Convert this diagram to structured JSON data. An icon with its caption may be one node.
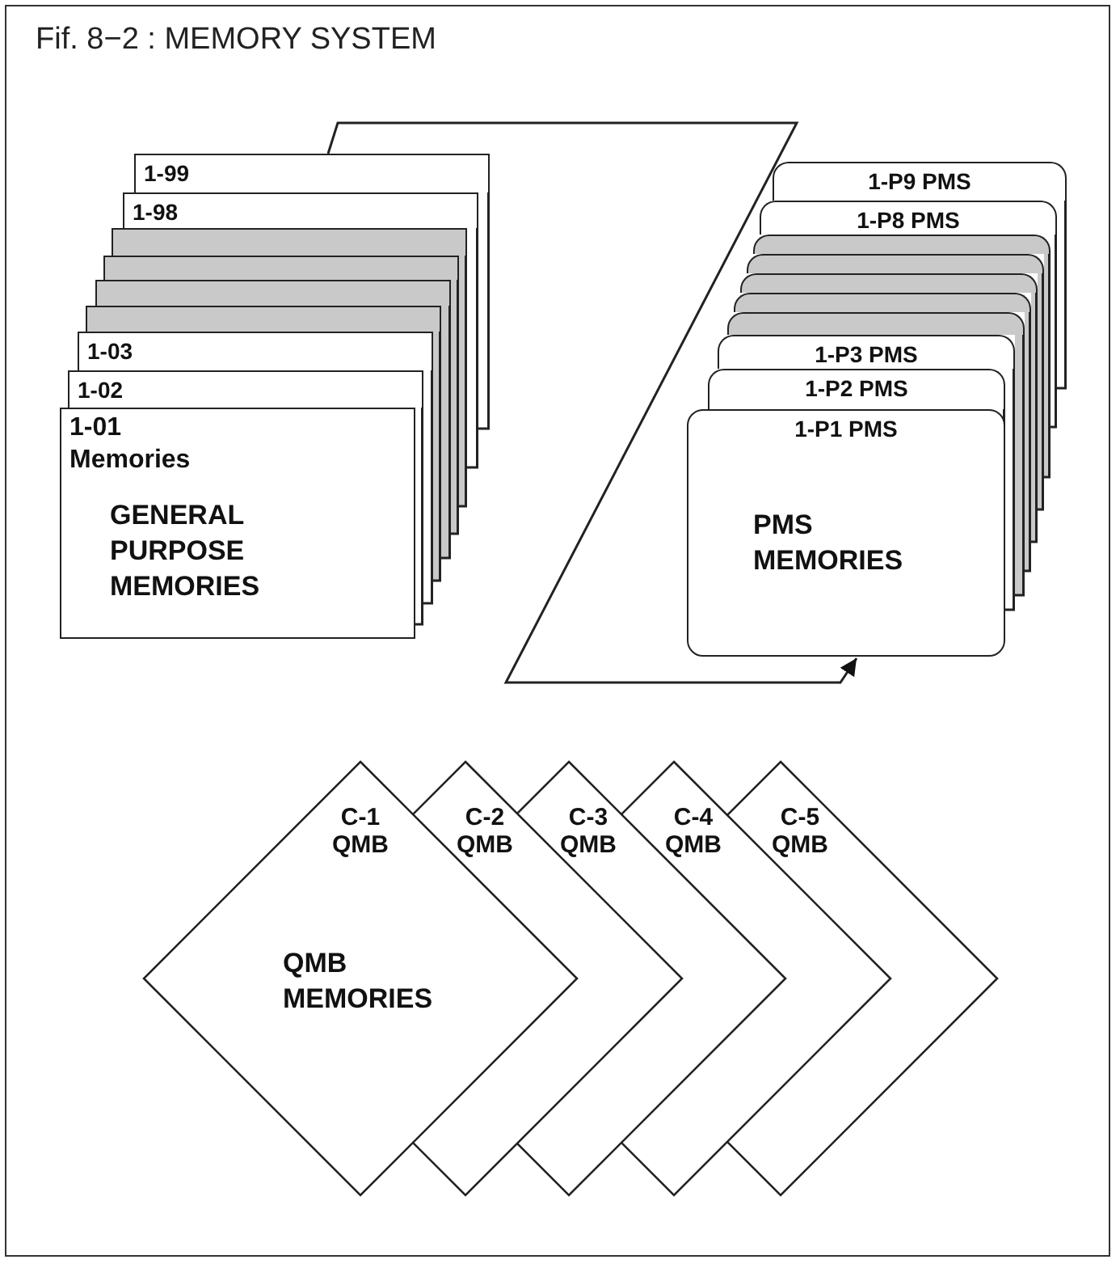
{
  "diagram": {
    "title": "Fif. 8−2 : MEMORY SYSTEM",
    "nodes": [
      {
        "text": [
          "1-99"
        ]
      },
      {
        "text": [
          "1-98"
        ]
      },
      {
        "text": [],
        "shape": "box"
      },
      {
        "text": [],
        "shape": "box"
      },
      {
        "text": [],
        "shape": "box"
      },
      {
        "text": [],
        "shape": "box"
      },
      {
        "text": [
          "1-03"
        ]
      },
      {
        "text": [
          "1-02"
        ]
      },
      {
        "text": [
          "1-01 Memories",
          "GENERAL PURPOSE MEMORIES"
        ]
      },
      {
        "text": [
          "1-P9 PMS"
        ]
      },
      {
        "text": [
          "1-P8 PMS"
        ]
      },
      {
        "text": [],
        "shape": "box"
      },
      {
        "text": [],
        "shape": "box"
      },
      {
        "text": [],
        "shape": "box"
      },
      {
        "text": [],
        "shape": "box"
      },
      {
        "text": [],
        "shape": "box"
      },
      {
        "text": [
          "1-P3 PMS"
        ]
      },
      {
        "text": [
          "1-P2 PMS"
        ]
      },
      {
        "text": [
          "1-P1 PMS",
          "PMS MEMORIES"
        ]
      },
      {
        "text": [
          "C-1 QMB",
          "QMB MEMORIES"
        ]
      },
      {
        "text": [
          "C-2 QMB"
        ]
      },
      {
        "text": [
          "C-3 QMB"
        ]
      },
      {
        "text": [
          "C-4 QMB"
        ]
      },
      {
        "text": [
          "C-5 QMB"
        ]
      }
    ],
    "edges": [
      {
        "from": 0,
        "to": 18,
        "arrow": "to"
      }
    ]
  }
}
